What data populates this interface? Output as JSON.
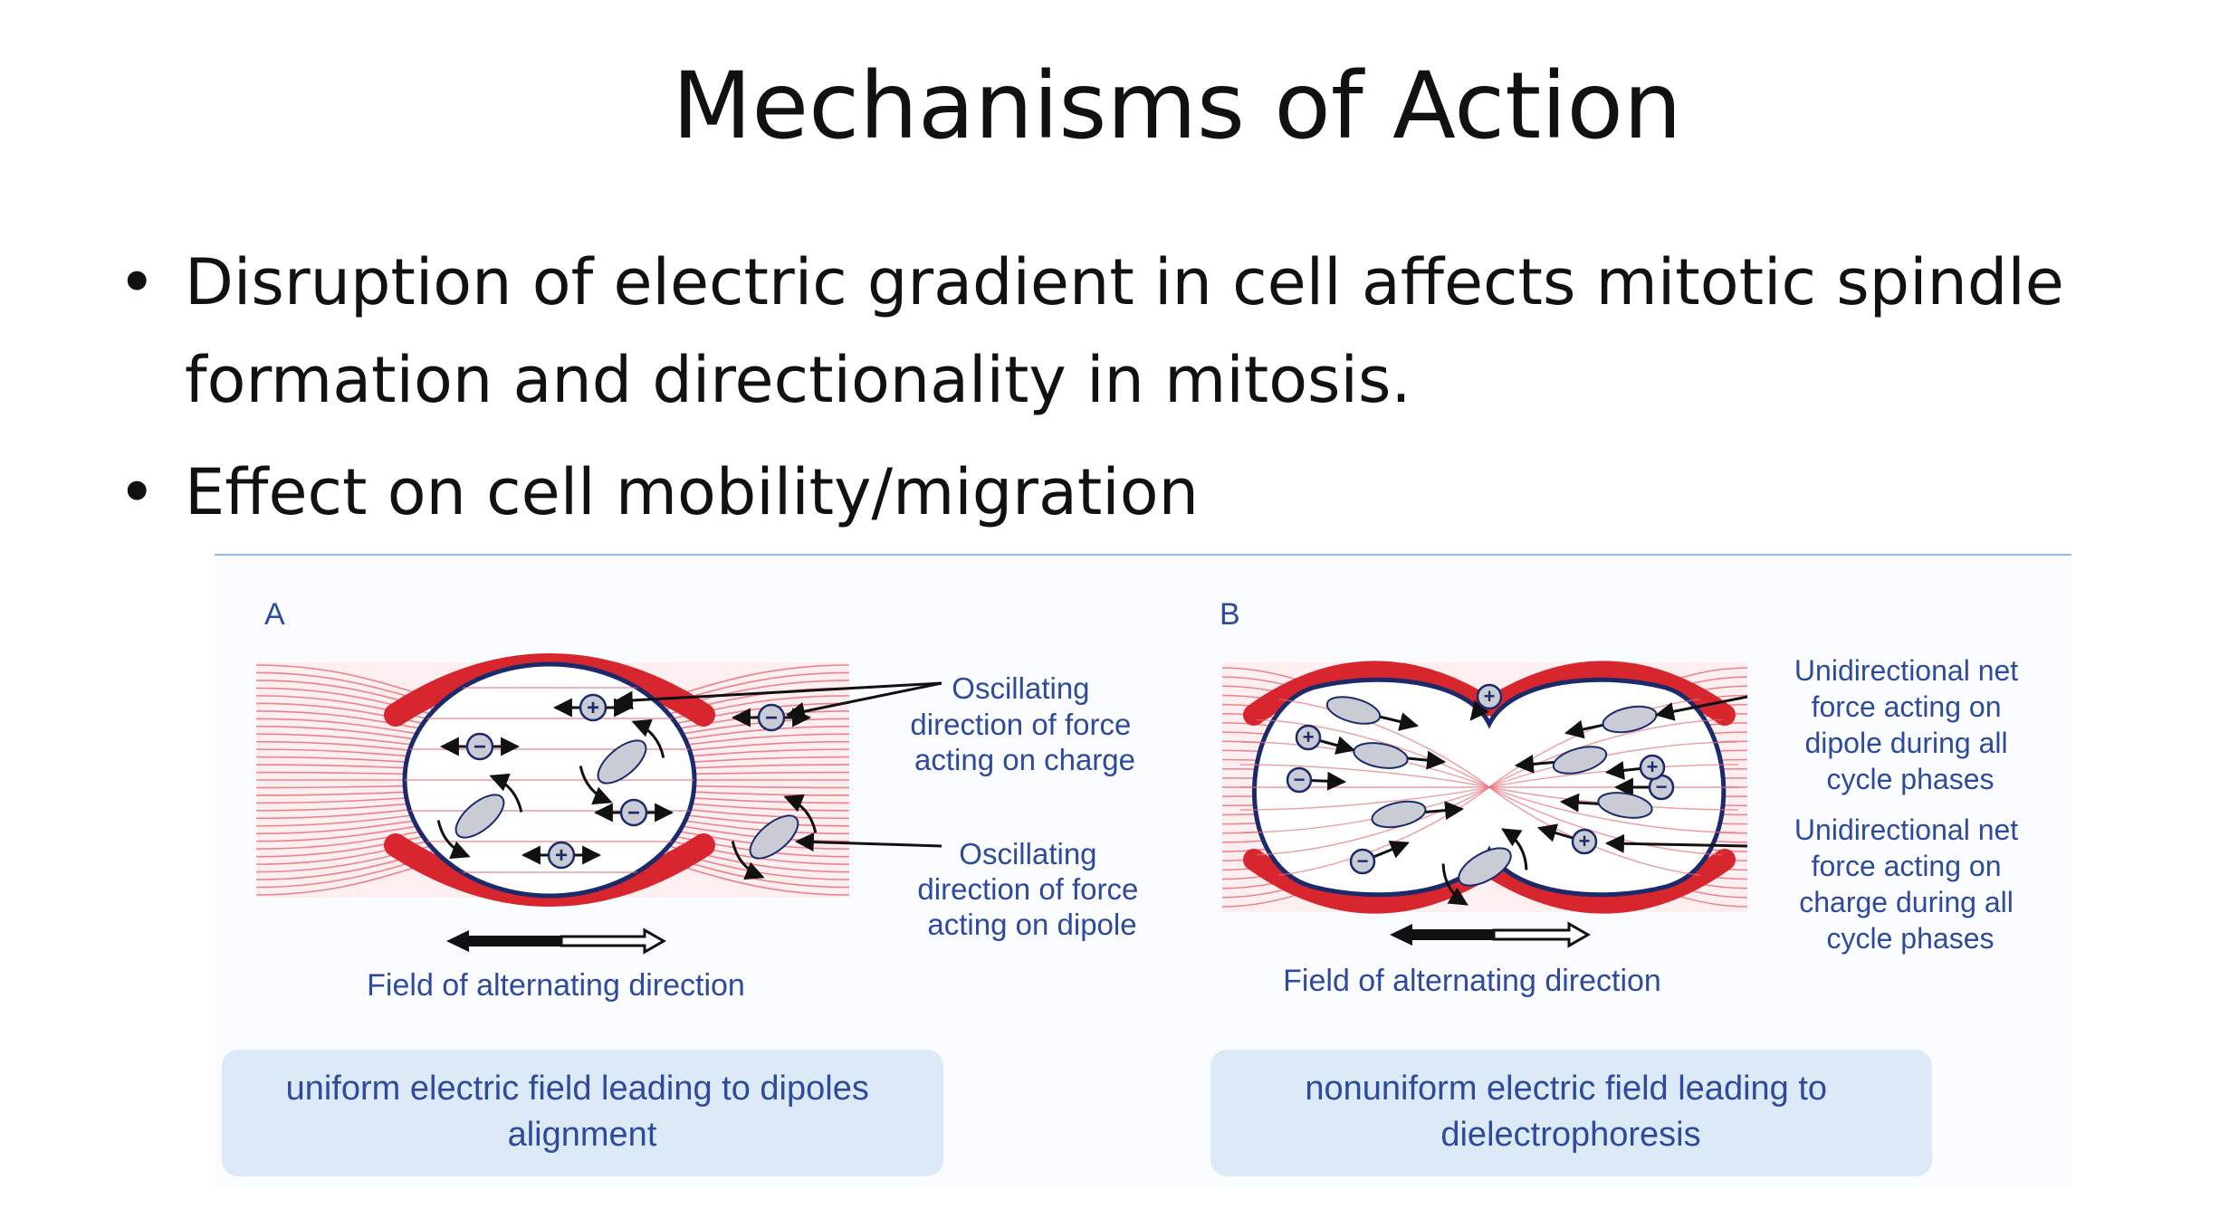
{
  "slide": {
    "title": "Mechanisms of Action",
    "bullets": [
      "Disruption of electric gradient in cell affects mitotic spindle formation and directionality in mitosis.",
      "Effect on cell mobility/migration"
    ]
  },
  "figure": {
    "panel_a": {
      "label": "A",
      "callout_charge": [
        "Oscillating",
        "direction of force",
        "acting on charge"
      ],
      "callout_dipole": [
        "Oscillating",
        "direction of force",
        "acting on dipole"
      ],
      "field_caption": "Field of alternating direction",
      "box_caption": [
        "uniform electric field leading to dipoles",
        "alignment"
      ]
    },
    "panel_b": {
      "label": "B",
      "callout_dipole": [
        "Unidirectional net",
        "force acting on",
        "dipole during all",
        "cycle phases"
      ],
      "callout_charge": [
        "Unidirectional net",
        "force acting on",
        "charge during all",
        "cycle phases"
      ],
      "field_caption": "Field of alternating direction",
      "box_caption": [
        "nonuniform electric field leading to",
        "dielectrophoresis"
      ]
    },
    "colors": {
      "text_blue": "#2e4a9c",
      "field_line_pink": "#e8707a",
      "membrane_red": "#d8262e",
      "cell_outline_navy": "#1b2a6b",
      "caption_box": "#dceaf7"
    }
  }
}
